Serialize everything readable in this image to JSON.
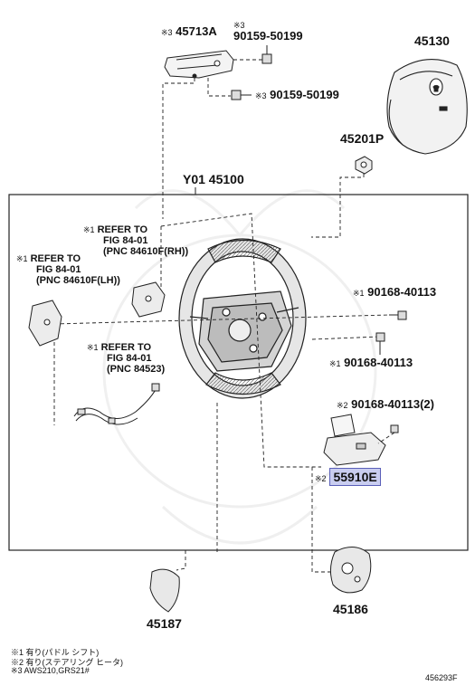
{
  "parts": {
    "p45713a": {
      "mark": "※3",
      "number": "45713A"
    },
    "p90159_top": {
      "mark": "※3",
      "number": "90159-50199"
    },
    "p45130": {
      "number": "45130"
    },
    "p90159_mid": {
      "mark": "※3",
      "number": "90159-50199"
    },
    "p45201p": {
      "number": "45201P"
    },
    "p45100": {
      "number": "Y01 45100"
    },
    "p90168_a": {
      "mark": "※1",
      "number": "90168-40113"
    },
    "p90168_b": {
      "mark": "※1",
      "number": "90168-40113"
    },
    "p90168_c": {
      "mark": "※2",
      "number": "90168-40113(2)"
    },
    "p55910e": {
      "mark": "※2",
      "number": "55910E"
    },
    "p45187": {
      "number": "45187"
    },
    "p45186": {
      "number": "45186"
    }
  },
  "refs": {
    "ref_rh": {
      "mark": "※1",
      "line1": "REFER TO",
      "line2": "FIG 84-01",
      "line3": "(PNC 84610F(RH))"
    },
    "ref_lh": {
      "mark": "※1",
      "line1": "REFER TO",
      "line2": "FIG 84-01",
      "line3": "(PNC 84610F(LH))"
    },
    "ref_523": {
      "mark": "※1",
      "line1": "REFER TO",
      "line2": "FIG 84-01",
      "line3": "(PNC 84523)"
    }
  },
  "notes": [
    "※1  有り(パドル シフト)",
    "※2  有り(ステアリング ヒータ)",
    "※3  AWS210,GRS21#"
  ],
  "figure_id": "456293F",
  "highlight_color": "#c9cdf0"
}
